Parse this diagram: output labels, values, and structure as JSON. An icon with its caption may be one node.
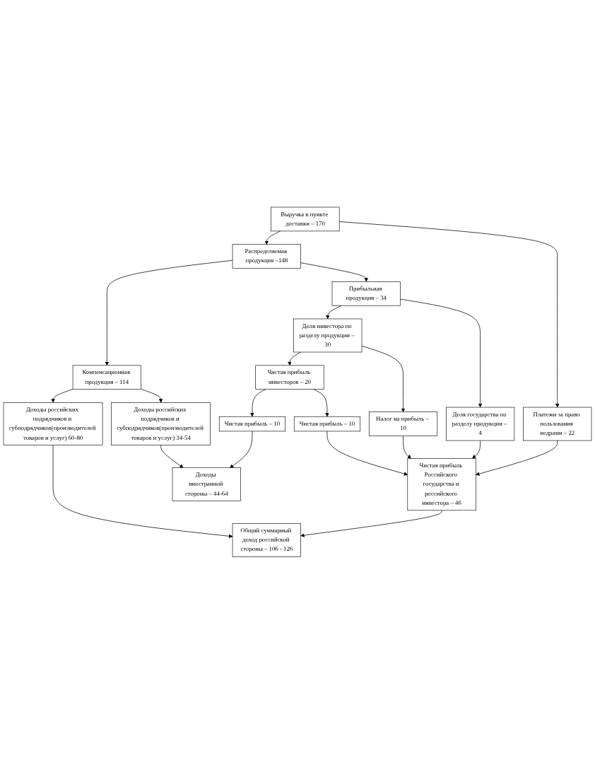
{
  "diagram": {
    "nodes": [
      {
        "text": [
          "Выручка в пункте доставки – 170"
        ]
      },
      {
        "text": [
          "Распределяемая продукция –148"
        ]
      },
      {
        "text": [
          "Платежи за право пользования недрами – 22"
        ]
      },
      {
        "text": [
          "Компенсационная продукция – 114"
        ]
      },
      {
        "text": [
          "Прибыльная продукция – 34"
        ]
      },
      {
        "text": [
          "Доходы российских подрядчиков и субподрядчиков(производителей товаров и услуг) 60-80"
        ]
      },
      {
        "text": [
          "Доходы российских подрядчиков и субподрядчиков(производителей товаров и услуг) 34-54"
        ]
      },
      {
        "text": [
          "Доля инвестора по разделу продукции – 30"
        ]
      },
      {
        "text": [
          "Доля государства по разделу продукции – 4"
        ]
      },
      {
        "text": [
          "Чистая прибыль инвесторов – 20"
        ]
      },
      {
        "text": [
          "Налог на прибыль – 10"
        ]
      },
      {
        "text": [
          "Чистая прибыль – 10"
        ]
      },
      {
        "text": [
          "Чистая прибыль – 10"
        ]
      },
      {
        "text": [
          "Доходы иностранной стороны – 44-64"
        ]
      },
      {
        "text": [
          "Чистая прибыль Российского государства и российского инвестора – 46"
        ]
      },
      {
        "text": [
          "Общий суммарный доход российской стороны – 106 - 126"
        ]
      }
    ],
    "edges": [
      {
        "from": 0,
        "to": 1,
        "arrow": "to"
      },
      {
        "from": 0,
        "to": 2,
        "arrow": "to"
      },
      {
        "from": 1,
        "to": 3,
        "arrow": "to"
      },
      {
        "from": 1,
        "to": 4,
        "arrow": "to"
      },
      {
        "from": 3,
        "to": 5,
        "arrow": "to"
      },
      {
        "from": 3,
        "to": 6,
        "arrow": "to"
      },
      {
        "from": 4,
        "to": 7,
        "arrow": "to"
      },
      {
        "from": 4,
        "to": 8,
        "arrow": "to"
      },
      {
        "from": 7,
        "to": 9,
        "arrow": "to"
      },
      {
        "from": 7,
        "to": 10,
        "arrow": "to"
      },
      {
        "from": 9,
        "to": 11,
        "arrow": "to"
      },
      {
        "from": 9,
        "to": 12,
        "arrow": "to"
      },
      {
        "from": 6,
        "to": 13,
        "arrow": "to"
      },
      {
        "from": 11,
        "to": 13,
        "arrow": "to"
      },
      {
        "from": 12,
        "to": 14,
        "arrow": "to"
      },
      {
        "from": 10,
        "to": 14,
        "arrow": "to"
      },
      {
        "from": 8,
        "to": 14,
        "arrow": "to"
      },
      {
        "from": 2,
        "to": 14,
        "arrow": "to"
      },
      {
        "from": 5,
        "to": 15,
        "arrow": "to"
      },
      {
        "from": 14,
        "to": 15,
        "arrow": "to"
      }
    ]
  }
}
